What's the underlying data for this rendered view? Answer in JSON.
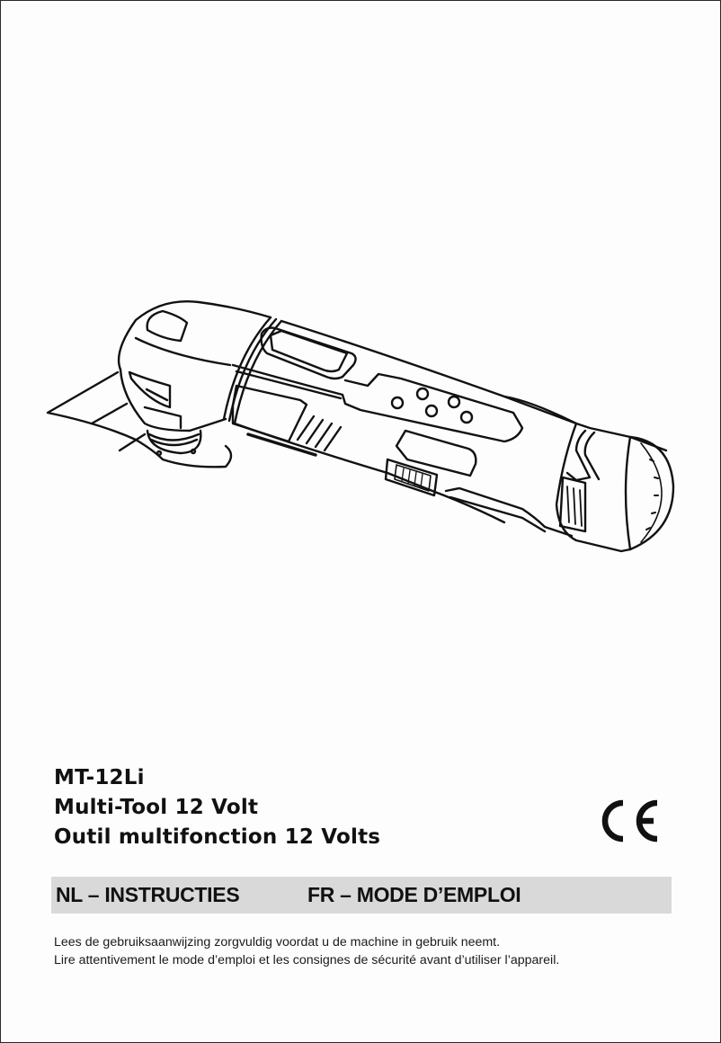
{
  "illustration": {
    "subject": "cordless oscillating multi-tool line drawing",
    "icon": "multi-tool-illustration"
  },
  "product": {
    "model": "MT-12Li",
    "name_nl": "Multi-Tool 12 Volt",
    "name_fr": "Outil multifonction 12 Volts"
  },
  "certification": {
    "mark": "CE",
    "icon": "ce-mark-icon"
  },
  "language_band": {
    "nl_label": "NL – INSTRUCTIES",
    "fr_label": "FR – MODE D’EMPLOI",
    "background": "#d9d9d9"
  },
  "notes": {
    "nl": "Lees de gebruiksaanwijzing zorgvuldig voordat u de machine in gebruik neemt.",
    "fr": "Lire attentivement le mode d’emploi et les consignes de sécurité avant d’utiliser l’appareil."
  }
}
